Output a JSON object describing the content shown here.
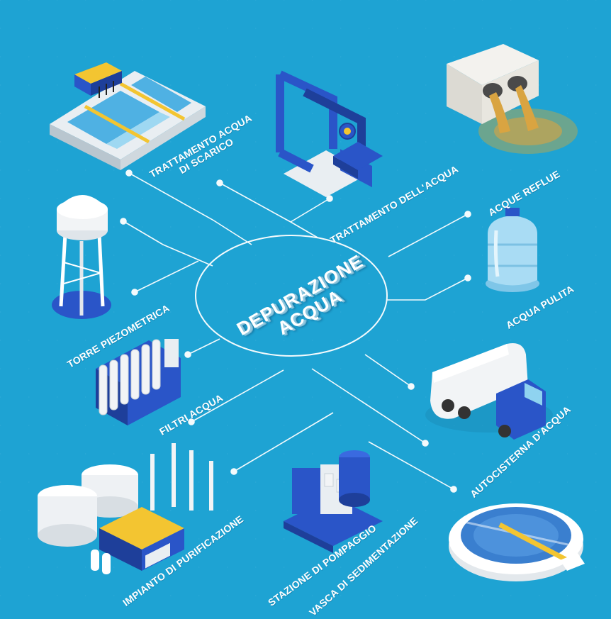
{
  "center": {
    "line1": "DEPURAZIONE",
    "line2": "ACQUA"
  },
  "labels": {
    "wastewater_treatment": {
      "line1": "TRATTAMENTO ACQUA",
      "line2": "DI SCARICO"
    },
    "water_treatment": "TRATTAMENTO DELL'ACQUA",
    "wastewater": "ACQUE REFLUE",
    "clean_water": "ACQUA PULITA",
    "water_tower": "TORRE PIEZOMETRICA",
    "water_filters": "FILTRI ACQUA",
    "water_tanker": "AUTOCISTERNA D'ACQUA",
    "purification_plant": "IMPIANTO DI PURIFICAZIONE",
    "pumping_station": "STAZIONE DI POMPAGGIO",
    "sedimentation_tank": "VASCA DI SEDIMENTAZIONE"
  },
  "colors": {
    "background": "#1ea3d3",
    "connector": "#ffffff",
    "equipment_blue": "#2a55c8",
    "tank_white": "#f2f4f6",
    "water_light": "#8fd3f0",
    "sewage_yellow": "#d9a441"
  },
  "icons": [
    "wastewater-treatment-icon",
    "water-treatment-pipes-icon",
    "sewage-outfall-icon",
    "water-bottle-icon",
    "water-tower-icon",
    "water-filters-icon",
    "water-tanker-truck-icon",
    "purification-plant-icon",
    "pumping-station-icon",
    "sedimentation-tank-icon"
  ]
}
